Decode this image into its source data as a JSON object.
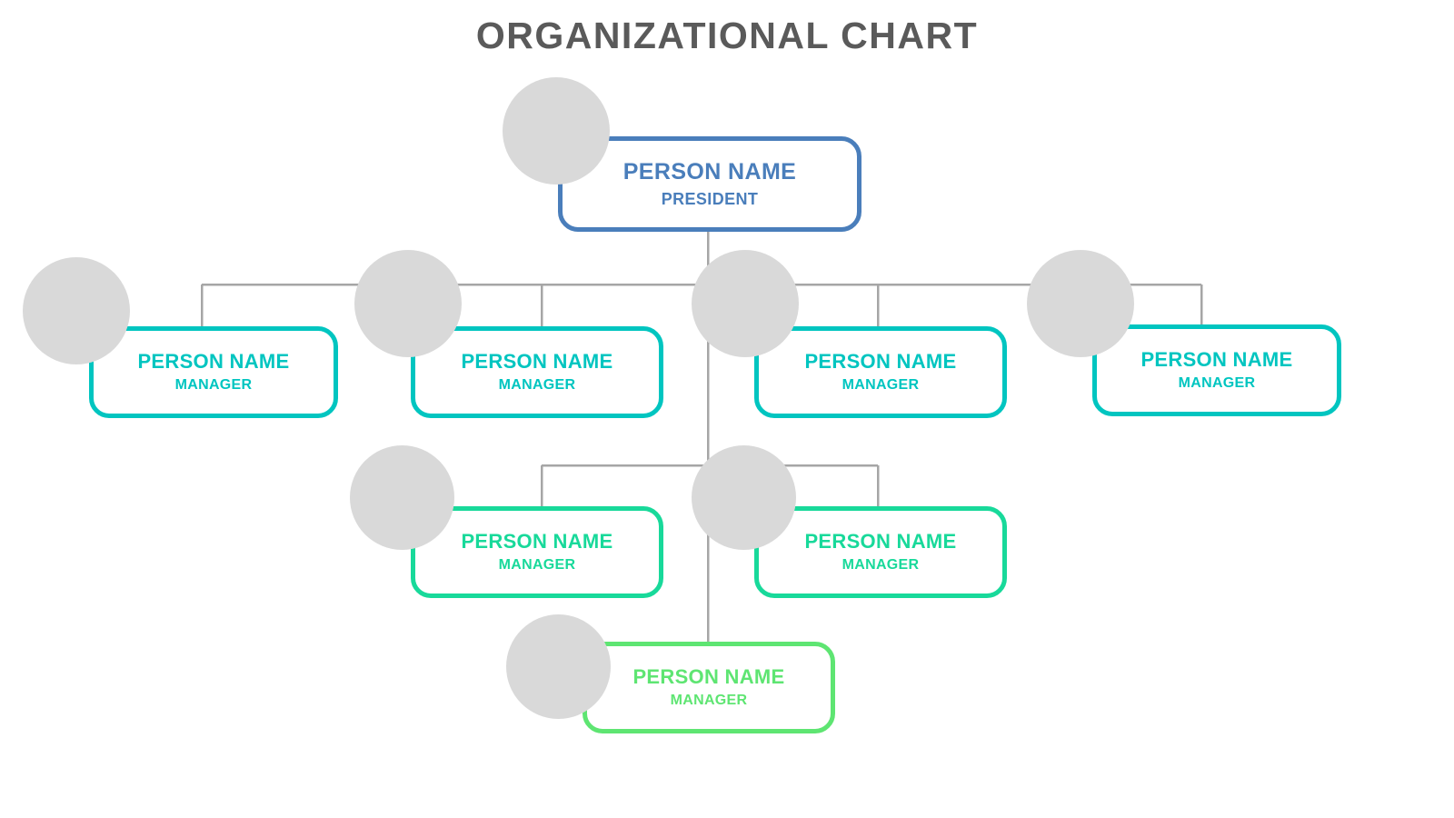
{
  "page": {
    "title": "ORGANIZATIONAL CHART",
    "background_color": "#ffffff",
    "title_color": "#5a5a5a",
    "avatar_color": "#d9d9d9",
    "connector_color": "#a6a6a6"
  },
  "chart_data": {
    "type": "diagram",
    "subtype": "organizational-chart",
    "title": "ORGANIZATIONAL CHART",
    "levels": 4,
    "node_count": 8,
    "nodes": [
      {
        "id": "president",
        "name": "PERSON NAME",
        "role": "PRESIDENT",
        "level": 1,
        "color": "#4a7ebb",
        "avatar": "person-avatar-placeholder"
      },
      {
        "id": "manager-1",
        "name": "PERSON NAME",
        "role": "MANAGER",
        "level": 2,
        "color": "#00c5c0",
        "avatar": "person-avatar-placeholder"
      },
      {
        "id": "manager-2",
        "name": "PERSON NAME",
        "role": "MANAGER",
        "level": 2,
        "color": "#00c5c0",
        "avatar": "person-avatar-placeholder"
      },
      {
        "id": "manager-3",
        "name": "PERSON NAME",
        "role": "MANAGER",
        "level": 2,
        "color": "#00c5c0",
        "avatar": "person-avatar-placeholder"
      },
      {
        "id": "manager-4",
        "name": "PERSON NAME",
        "role": "MANAGER",
        "level": 2,
        "color": "#00c5c0",
        "avatar": "person-avatar-placeholder"
      },
      {
        "id": "manager-5",
        "name": "PERSON NAME",
        "role": "MANAGER",
        "level": 3,
        "color": "#18d99a",
        "avatar": "person-avatar-placeholder"
      },
      {
        "id": "manager-6",
        "name": "PERSON NAME",
        "role": "MANAGER",
        "level": 3,
        "color": "#18d99a",
        "avatar": "person-avatar-placeholder"
      },
      {
        "id": "manager-7",
        "name": "PERSON NAME",
        "role": "MANAGER",
        "level": 4,
        "color": "#5ee572",
        "avatar": "person-avatar-placeholder"
      }
    ],
    "edges": [
      {
        "from": "president",
        "to": "manager-1"
      },
      {
        "from": "president",
        "to": "manager-2"
      },
      {
        "from": "president",
        "to": "manager-3"
      },
      {
        "from": "president",
        "to": "manager-4"
      },
      {
        "from": "president",
        "to": "manager-5"
      },
      {
        "from": "president",
        "to": "manager-6"
      },
      {
        "from": "president",
        "to": "manager-7"
      }
    ],
    "palette": {
      "level1": "#4a7ebb",
      "level2": "#00c5c0",
      "level3": "#18d99a",
      "level4": "#5ee572",
      "avatar": "#d9d9d9",
      "connector": "#a6a6a6",
      "title": "#5a5a5a"
    }
  }
}
